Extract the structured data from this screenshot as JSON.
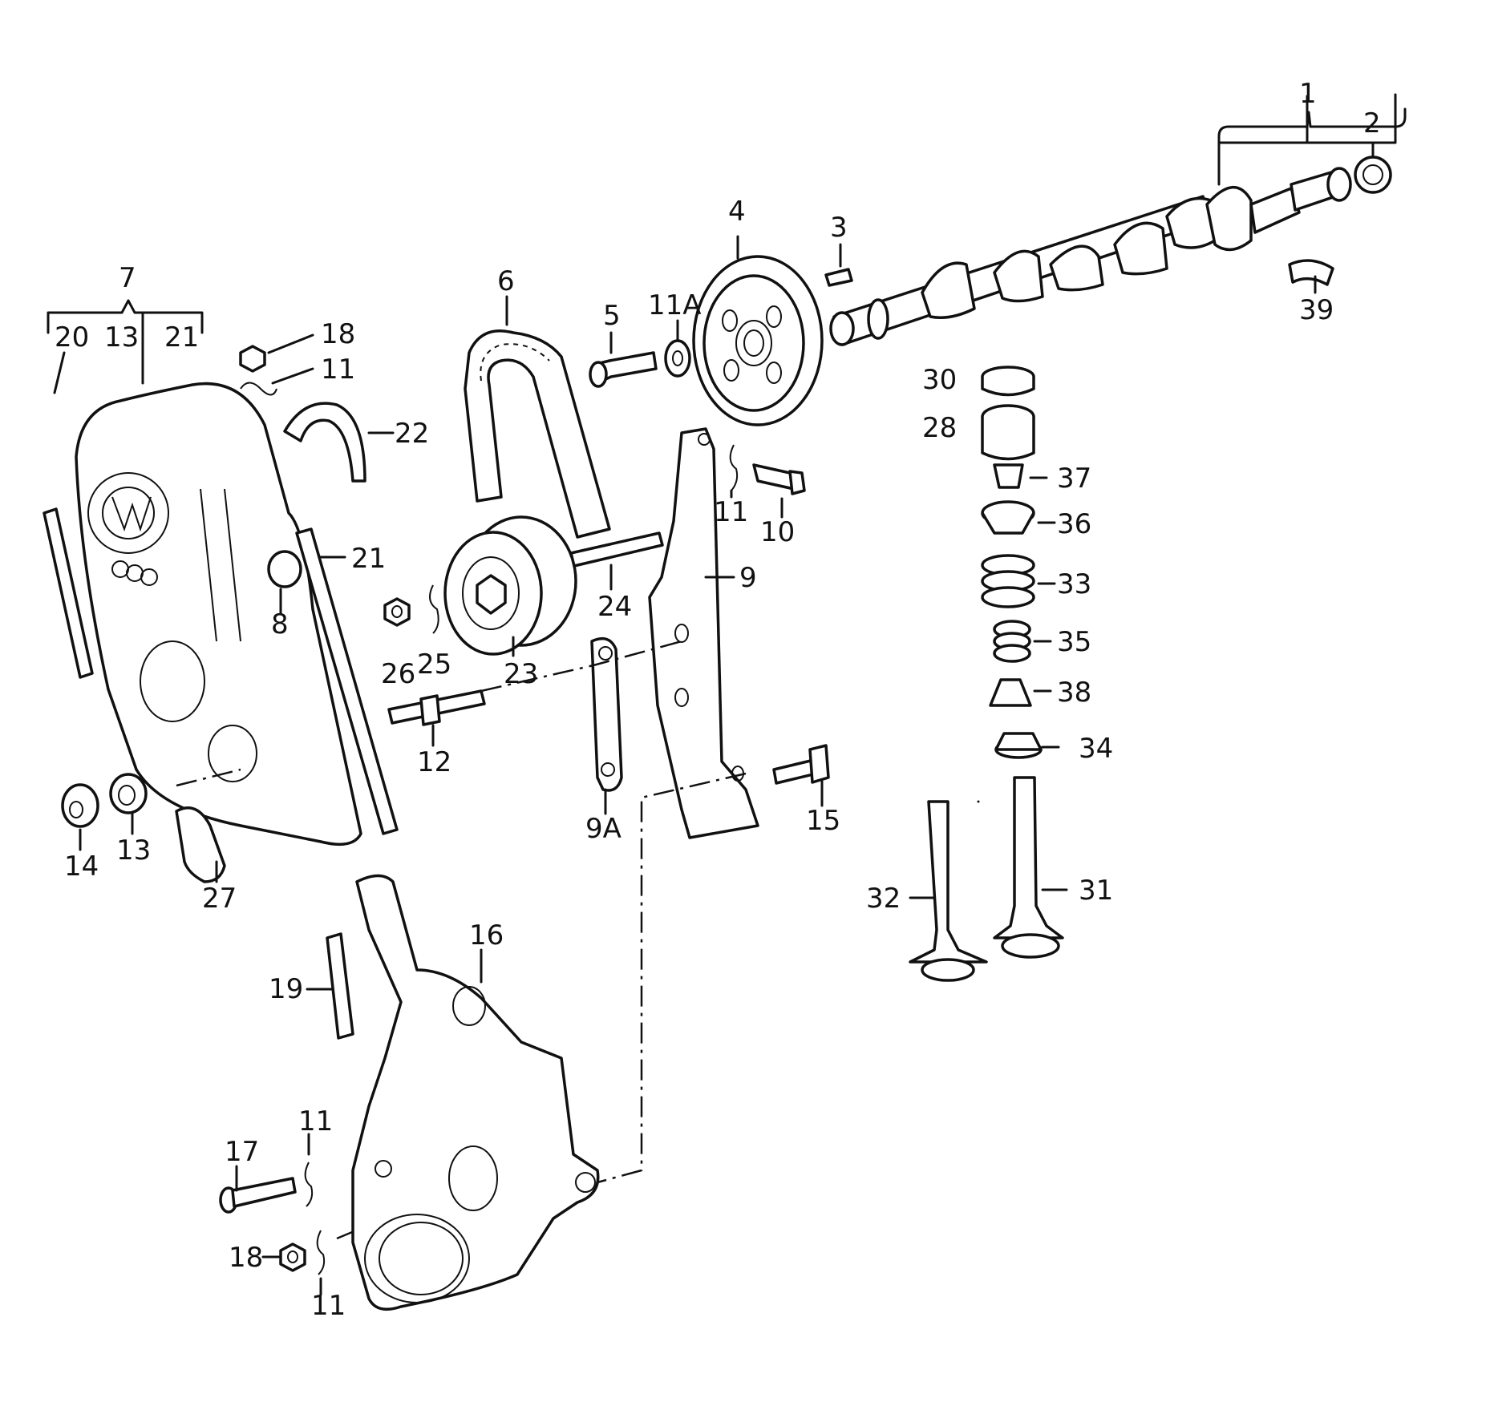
{
  "diagram": {
    "kind": "exploded parts view",
    "callouts": [
      {
        "id": "c1",
        "text": "1"
      },
      {
        "id": "c2",
        "text": "2"
      },
      {
        "id": "c3",
        "text": "3"
      },
      {
        "id": "c4",
        "text": "4"
      },
      {
        "id": "c5",
        "text": "5"
      },
      {
        "id": "c6",
        "text": "6"
      },
      {
        "id": "c7",
        "text": "7"
      },
      {
        "id": "c8",
        "text": "8"
      },
      {
        "id": "c9",
        "text": "9"
      },
      {
        "id": "c9a",
        "text": "9A"
      },
      {
        "id": "c10",
        "text": "10"
      },
      {
        "id": "c11a",
        "text": "11"
      },
      {
        "id": "c11b",
        "text": "11"
      },
      {
        "id": "c11c",
        "text": "11"
      },
      {
        "id": "c11d",
        "text": "11"
      },
      {
        "id": "c11A",
        "text": "11A"
      },
      {
        "id": "c12",
        "text": "12"
      },
      {
        "id": "c13a",
        "text": "13"
      },
      {
        "id": "c13b",
        "text": "13"
      },
      {
        "id": "c14",
        "text": "14"
      },
      {
        "id": "c15",
        "text": "15"
      },
      {
        "id": "c16",
        "text": "16"
      },
      {
        "id": "c17",
        "text": "17"
      },
      {
        "id": "c18a",
        "text": "18"
      },
      {
        "id": "c18b",
        "text": "18"
      },
      {
        "id": "c19",
        "text": "19"
      },
      {
        "id": "c20",
        "text": "20"
      },
      {
        "id": "c21a",
        "text": "21"
      },
      {
        "id": "c21b",
        "text": "21"
      },
      {
        "id": "c22",
        "text": "22"
      },
      {
        "id": "c23",
        "text": "23"
      },
      {
        "id": "c24",
        "text": "24"
      },
      {
        "id": "c25",
        "text": "25"
      },
      {
        "id": "c26",
        "text": "26"
      },
      {
        "id": "c27",
        "text": "27"
      },
      {
        "id": "c28",
        "text": "28"
      },
      {
        "id": "c30",
        "text": "30"
      },
      {
        "id": "c31",
        "text": "31"
      },
      {
        "id": "c32",
        "text": "32"
      },
      {
        "id": "c33",
        "text": "33"
      },
      {
        "id": "c34",
        "text": "34"
      },
      {
        "id": "c35",
        "text": "35"
      },
      {
        "id": "c36",
        "text": "36"
      },
      {
        "id": "c37",
        "text": "37"
      },
      {
        "id": "c38",
        "text": "38"
      },
      {
        "id": "c39",
        "text": "39"
      }
    ]
  }
}
